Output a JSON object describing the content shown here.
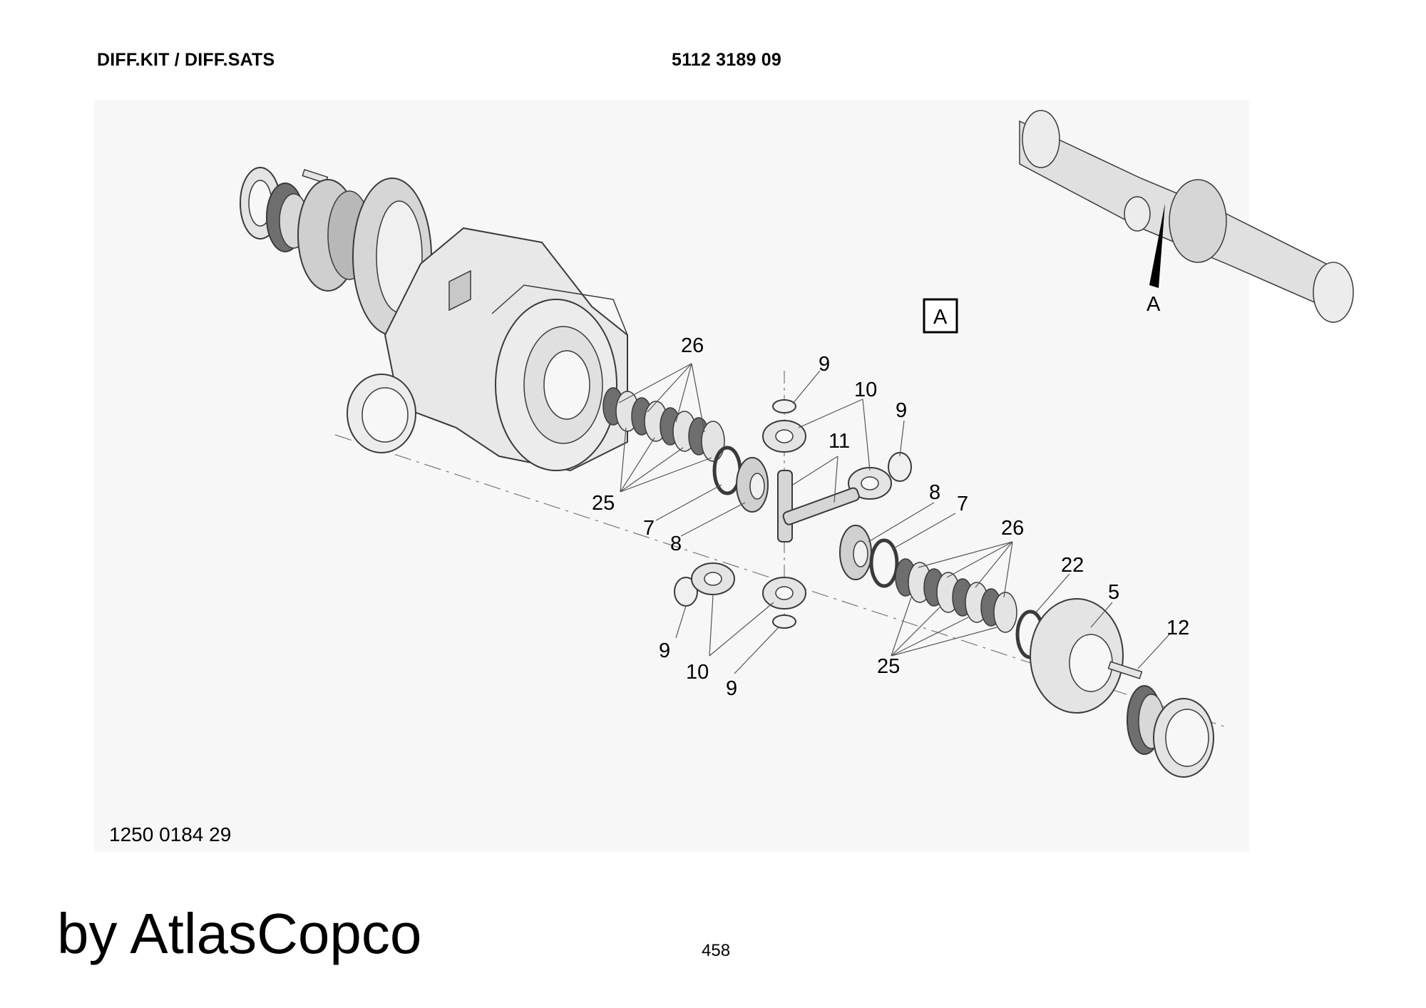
{
  "header": {
    "title": "DIFF.KIT / DIFF.SATS",
    "part_number": "5112 3189 09"
  },
  "view": {
    "label": "A",
    "pointer_label": "A"
  },
  "callouts": [
    {
      "id": "c26a",
      "text": "26"
    },
    {
      "id": "c25a",
      "text": "25"
    },
    {
      "id": "c7a",
      "text": "7"
    },
    {
      "id": "c8a",
      "text": "8"
    },
    {
      "id": "c9a",
      "text": "9"
    },
    {
      "id": "c10a",
      "text": "10"
    },
    {
      "id": "c9b",
      "text": "9"
    },
    {
      "id": "c11",
      "text": "11"
    },
    {
      "id": "c8b",
      "text": "8"
    },
    {
      "id": "c7b",
      "text": "7"
    },
    {
      "id": "c26b",
      "text": "26"
    },
    {
      "id": "c22",
      "text": "22"
    },
    {
      "id": "c5",
      "text": "5"
    },
    {
      "id": "c12",
      "text": "12"
    },
    {
      "id": "c25b",
      "text": "25"
    },
    {
      "id": "c9c",
      "text": "9"
    },
    {
      "id": "c10b",
      "text": "10"
    },
    {
      "id": "c9d",
      "text": "9"
    }
  ],
  "footer": {
    "drawing_number": "1250 0184 29",
    "brand": "by AtlasCopco",
    "page_number": "458"
  },
  "colors": {
    "outline": "#3a3a3a",
    "part_fill": "#e4e4e4",
    "part_shade": "#c8c8c8",
    "dark_ring": "#6e6e6e",
    "leader": "#555555"
  }
}
